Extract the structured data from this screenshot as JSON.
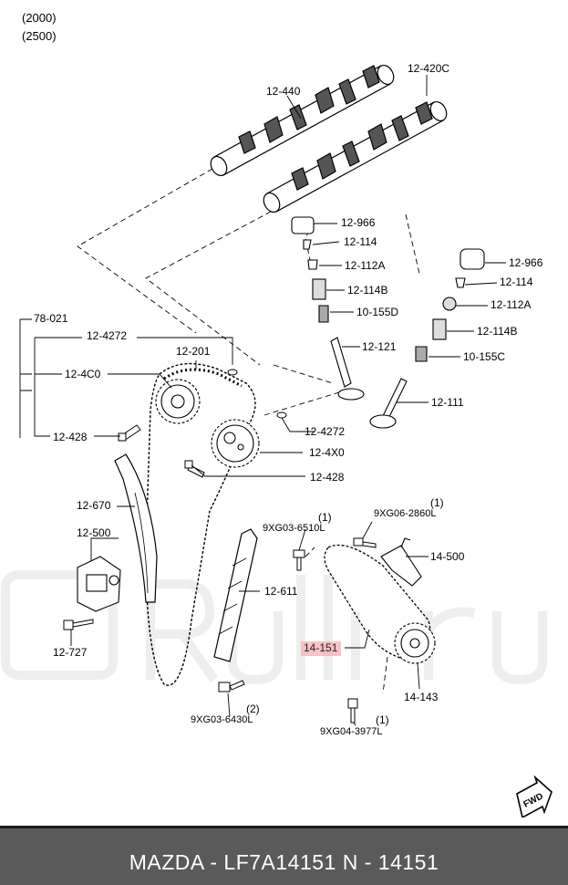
{
  "variants": [
    "(2000)",
    "(2500)"
  ],
  "labels": {
    "l12_440": "12-440",
    "l12_420c": "12-420C",
    "l12_966a": "12-966",
    "l12_114a": "12-114",
    "l12_112a_a": "12-112A",
    "l12_114b_a": "12-114B",
    "l10_155d": "10-155D",
    "l12_121": "12-121",
    "l12_966b": "12-966",
    "l12_114b": "12-114",
    "l12_112a_b": "12-112A",
    "l12_114b_b": "12-114B",
    "l10_155c": "10-155C",
    "l12_111": "12-111",
    "l78_021": "78-021",
    "l12_4272a": "12-4272",
    "l12_201": "12-201",
    "l12_4c0": "12-4C0",
    "l12_4272b": "12-4272",
    "l12_428a": "12-428",
    "l12_4x0": "12-4X0",
    "l12_428b": "12-428",
    "l12_670": "12-670",
    "l12_500": "12-500",
    "l12_727": "12-727",
    "l9xg03_6510l_qty": "(1)",
    "l9xg03_6510l": "9XG03-6510L",
    "l9xg06_2860l_qty": "(1)",
    "l9xg06_2860l": "9XG06-2860L",
    "l14_500": "14-500",
    "l12_611": "12-611",
    "l14_151": "14-151",
    "l14_143": "14-143",
    "l9xg03_6430l_qty": "(2)",
    "l9xg03_6430l": "9XG03-6430L",
    "l9xg04_3977l_qty": "(1)",
    "l9xg04_3977l": "9XG04-3977L",
    "fwd": "FWD"
  },
  "footer": {
    "text": "MAZDA - LF7A14151     N - 14151"
  },
  "watermark": "Rulli.ru"
}
